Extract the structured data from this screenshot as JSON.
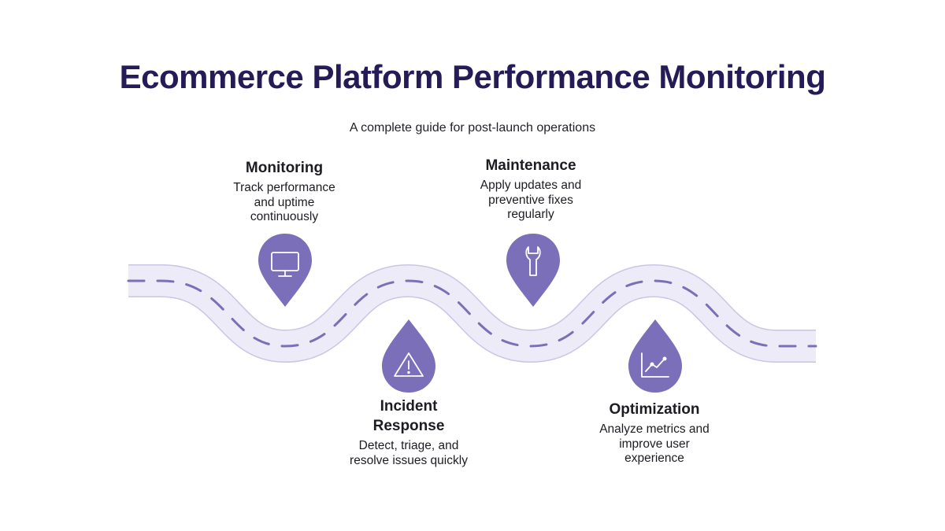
{
  "header": {
    "title": "Ecommerce Platform Performance Monitoring",
    "subtitle": "A complete guide for post-launch operations"
  },
  "stages": [
    {
      "title": "Monitoring",
      "description": "Track performance and uptime continuously",
      "icon": "monitor-icon"
    },
    {
      "title": "Incident Response",
      "description": "Detect, triage, and resolve issues quickly",
      "icon": "warning-icon"
    },
    {
      "title": "Maintenance",
      "description": "Apply updates and preventive fixes regularly",
      "icon": "wrench-icon"
    },
    {
      "title": "Optimization",
      "description": "Analyze metrics and improve user experience",
      "icon": "line-chart-icon"
    }
  ],
  "colors": {
    "title": "#241b57",
    "road": "#ecebf7",
    "road_edge": "#c9c6e3",
    "dashes": "#7b70b5",
    "pin": "#7b6fba",
    "icon": "#ffffff"
  }
}
